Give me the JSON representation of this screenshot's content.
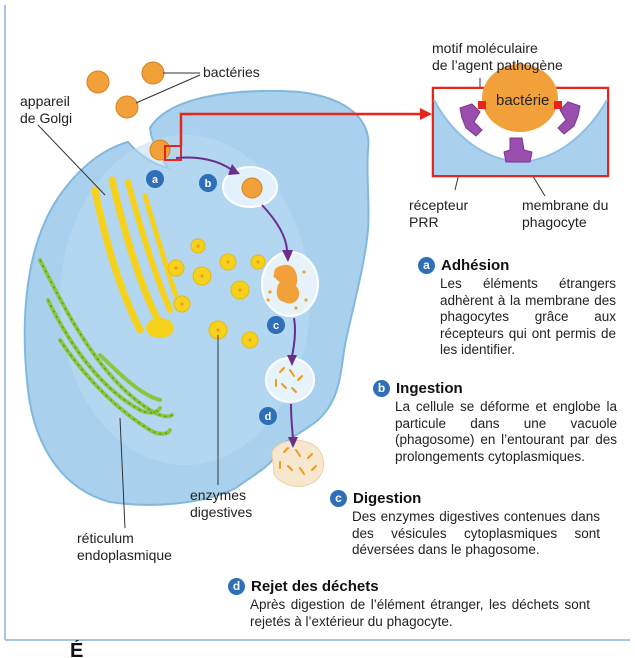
{
  "labels": {
    "bacteria": "bactéries",
    "golgi_line1": "appareil",
    "golgi_line2": "de Golgi",
    "enzymes_line1": "enzymes",
    "enzymes_line2": "digestives",
    "reticulum_line1": "réticulum",
    "reticulum_line2": "endoplasmique",
    "motif_line1": "motif moléculaire",
    "motif_line2": "de l’agent pathogène",
    "inset_bacteria": "bactérie",
    "receptor_line1": "récepteur",
    "receptor_line2": "PRR",
    "membrane_line1": "membrane du",
    "membrane_line2": "phagocyte"
  },
  "markers": {
    "a": "a",
    "b": "b",
    "c": "c",
    "d": "d"
  },
  "steps": [
    {
      "badge": "a",
      "title": "Adhésion",
      "body": "Les éléments étrangers adhèrent à la membrane des phagocytes grâce aux récepteurs qui ont permis de les identifier."
    },
    {
      "badge": "b",
      "title": "Ingestion",
      "body": "La cellule se déforme et englobe la particule dans une vacuole (phagosome) en l’entourant par des prolongements cytoplasmiques."
    },
    {
      "badge": "c",
      "title": "Digestion",
      "body": "Des enzymes digestives contenues dans des vésicules cytoplasmiques sont déversées dans le phagosome."
    },
    {
      "badge": "d",
      "title": "Rejet des déchets",
      "body": "Après digestion de l’élément étranger, les déchets sont rejetés à l’extérieur du phagocyte."
    }
  ],
  "colors": {
    "cytoplasm": "#a9d1ee",
    "cell_edge": "#7fb4dc",
    "bacteria": "#f2a13a",
    "golgi": "#f7d21c",
    "reticulum": "#8cc63e",
    "receptor": "#9a4fae",
    "badge": "#2f6fb8",
    "arrow": "#6a2e8e",
    "highlight": "#e8241b"
  },
  "cutoff_text": "É"
}
